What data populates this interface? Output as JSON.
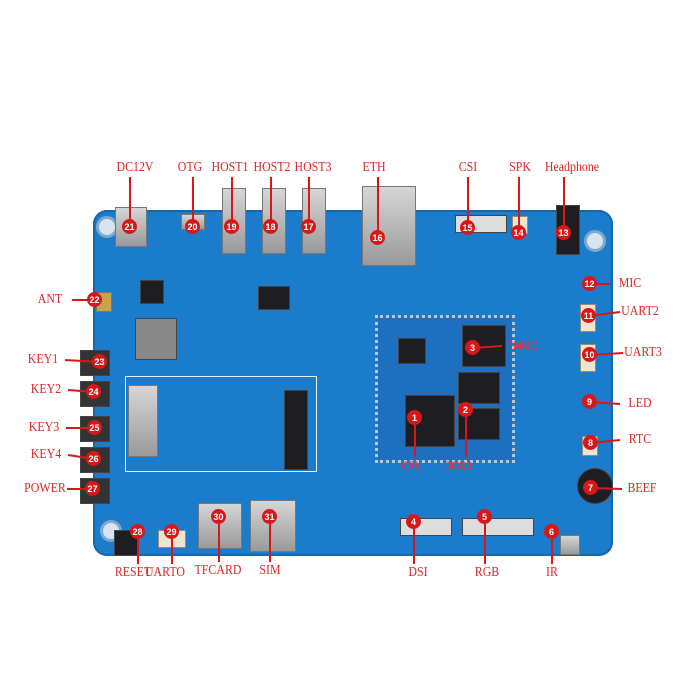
{
  "callouts": [
    {
      "num": "1",
      "label": "CPU"
    },
    {
      "num": "2",
      "label": "DDR3"
    },
    {
      "num": "3",
      "label": "EMMC"
    },
    {
      "num": "4",
      "label": "DSI"
    },
    {
      "num": "5",
      "label": "RGB"
    },
    {
      "num": "6",
      "label": "IR"
    },
    {
      "num": "7",
      "label": "BEEF"
    },
    {
      "num": "8",
      "label": "RTC"
    },
    {
      "num": "9",
      "label": "LED"
    },
    {
      "num": "10",
      "label": "UART3"
    },
    {
      "num": "11",
      "label": "UART2"
    },
    {
      "num": "12",
      "label": "MIC"
    },
    {
      "num": "13",
      "label": "Headphone"
    },
    {
      "num": "14",
      "label": "SPK"
    },
    {
      "num": "15",
      "label": "CSI"
    },
    {
      "num": "16",
      "label": "ETH"
    },
    {
      "num": "17",
      "label": "HOST3"
    },
    {
      "num": "18",
      "label": "HOST2"
    },
    {
      "num": "19",
      "label": "HOST1"
    },
    {
      "num": "20",
      "label": "OTG"
    },
    {
      "num": "21",
      "label": "DC12V"
    },
    {
      "num": "22",
      "label": "ANT"
    },
    {
      "num": "23",
      "label": "KEY1"
    },
    {
      "num": "24",
      "label": "KEY2"
    },
    {
      "num": "25",
      "label": "KEY3"
    },
    {
      "num": "26",
      "label": "KEY4"
    },
    {
      "num": "27",
      "label": "POWER"
    },
    {
      "num": "28",
      "label": "RESET"
    },
    {
      "num": "29",
      "label": "UARTO"
    },
    {
      "num": "30",
      "label": "TFCARD"
    },
    {
      "num": "31",
      "label": "SIM"
    }
  ],
  "colors": {
    "board": "#1b7ccc",
    "callout": "#e02626"
  }
}
